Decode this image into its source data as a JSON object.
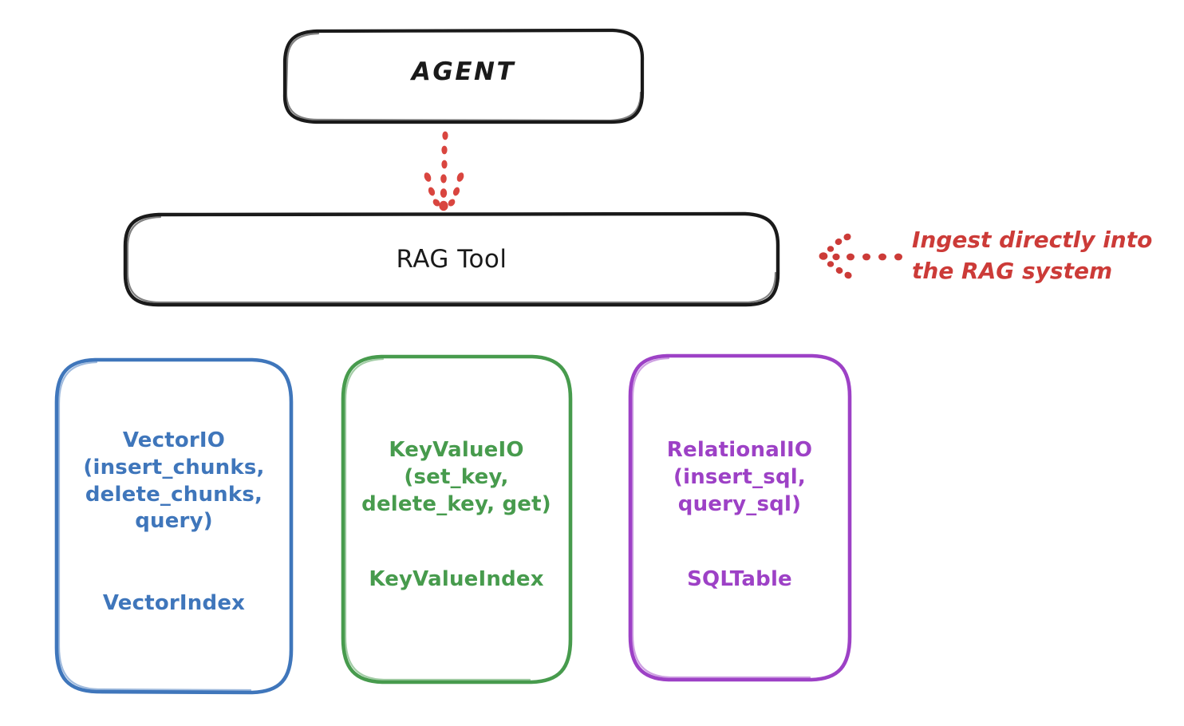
{
  "diagram": {
    "title_top": "AGENT",
    "tool_box": "RAG Tool",
    "annotation": "Ingest directly into\nthe RAG system",
    "stores": [
      {
        "id": "vector",
        "api": "VectorIO\n(insert_chunks,\ndelete_chunks,\nquery)",
        "index": "VectorIndex",
        "color": "#3f76bb"
      },
      {
        "id": "keyvalue",
        "api": "KeyValueIO\n(set_key,\ndelete_key, get)",
        "index": "KeyValueIndex",
        "color": "#479b4d"
      },
      {
        "id": "relational",
        "api": "RelationalIO\n(insert_sql,\nquery_sql)",
        "index": "SQLTable",
        "color": "#9d41c6"
      }
    ],
    "connectors": [
      {
        "name": "agent-to-ragtool-arrow",
        "style": "dotted",
        "color": "#d9453f",
        "direction": "down"
      },
      {
        "name": "annotation-arrow",
        "style": "dotted",
        "color": "#cc3b38",
        "direction": "left"
      }
    ],
    "colors": {
      "stroke_black": "#1a1a1a",
      "red": "#cc3b38",
      "blue": "#3f76bb",
      "green": "#479b4d",
      "purple": "#9d41c6",
      "background": "#ffffff"
    }
  }
}
